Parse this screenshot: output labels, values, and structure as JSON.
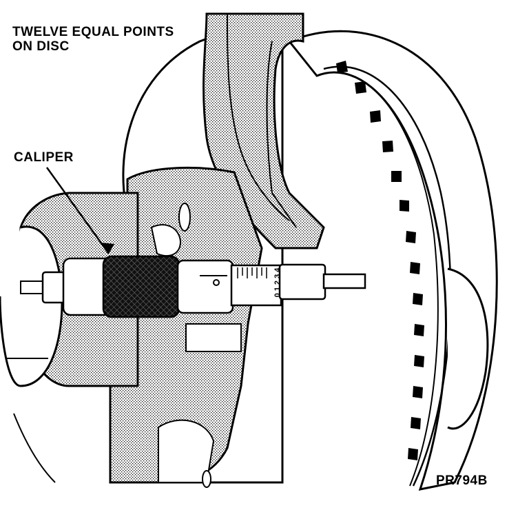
{
  "labels": {
    "points_line1": "TWELVE EQUAL POINTS",
    "points_line2": "ON DISC",
    "caliper": "CALIPER",
    "figure_id": "PR794B"
  },
  "micrometer": {
    "sleeve_scale": "0 1 2 3 4"
  },
  "icons": [
    "micrometer-icon",
    "brake-disc-icon",
    "caliper-housing-icon"
  ]
}
